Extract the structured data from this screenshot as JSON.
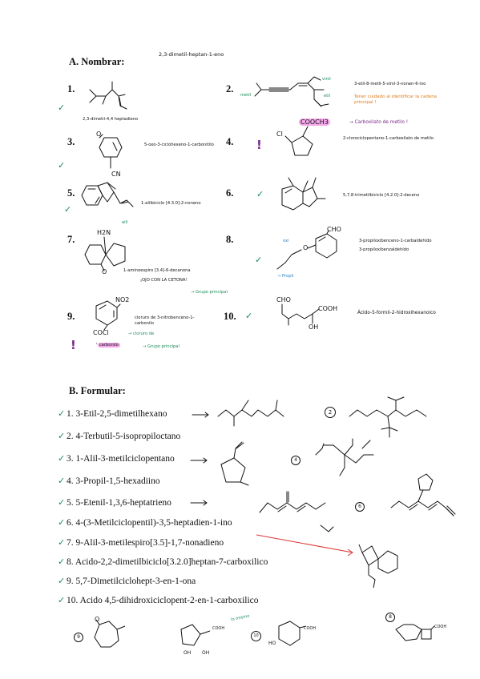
{
  "header_title": "2,3-dimetil-heptan-1-eno",
  "sectionA": {
    "title": "A. Nombrar:",
    "items": [
      {
        "num": "1.",
        "answer": "2,3-dimetil-4,4 heptadieno"
      },
      {
        "num": "2.",
        "answer": "3-etil-8-metil-5-vinil-3-nonen-6-ino",
        "label_metil": "metil",
        "label_vinil": "vinil",
        "label_etil": "etil",
        "note": "Tener cuidado al identificar la cadena principal !"
      },
      {
        "num": "3.",
        "answer": "5-oxo-3-ciclohexeno-1-carbonitilo",
        "atom_O": "O",
        "atom_CN": "CN"
      },
      {
        "num": "4.",
        "answer": "2-clorociclopentano-1-carboxilato de metilo",
        "atom_Cl": "Cl",
        "atom_ester": "COOCH3",
        "note": "Carboxilato de metilo !"
      },
      {
        "num": "5.",
        "answer": "1-alilbiciclo [4.3.0]-2-noneno",
        "label_alil": "alil"
      },
      {
        "num": "6.",
        "answer": "5,7,8-trimetilbiciclo [4.2.0]-2-deceno"
      },
      {
        "num": "7.",
        "answer": "1-aminoespiro [3.4]-6-decanona",
        "note1": "¡OJO CON LA CETONA!",
        "note2": "Grupo principal",
        "atom_N": "H2N",
        "atom_O": "O"
      },
      {
        "num": "8.",
        "answer1": "3-propiloxibenceno-1-carbaldehído",
        "answer2": "3-propiloxibenzaldehído",
        "atom_CHO": "CHO",
        "atom_O": "O",
        "label_oxi": "oxi",
        "label_propil": "Propil"
      },
      {
        "num": "9.",
        "answer": "cloruro de 3-nitrobenceno-1-carbonilo",
        "atom_NO2": "NO2",
        "atom_COCl": "COCl",
        "note1": "cloruro de",
        "note2": "carbonilo",
        "note3": "Grupo principal"
      },
      {
        "num": "10.",
        "answer": "Ácido-5-formil-2-hidroxihexanoico",
        "atom_CHO": "CHO",
        "atom_COOH": "COOH",
        "atom_OH": "OH"
      }
    ]
  },
  "sectionB": {
    "title": "B. Formular:",
    "items": [
      {
        "label": "1. 3-Etil-2,5-dimetilhexano"
      },
      {
        "label": "2. 4-Terbutil-5-isopropiloctano"
      },
      {
        "label": "3. 1-Alil-3-metilciclopentano"
      },
      {
        "label": "4. 3-Propil-1,5-hexadiino"
      },
      {
        "label": "5. 5-Etenil-1,3,6-heptatrieno"
      },
      {
        "label": "6.  4-(3-Metilciclopentil)-3,5-heptadien-1-ino"
      },
      {
        "label": "7.  9-Alil-3-metilespiro[3.5]-1,7-nonadieno"
      },
      {
        "label": "8.  Acido-2,2-dimetilbiciclo[3.2.0]heptan-7-carboxilico"
      },
      {
        "label": "9.  5,7-Dimetilciclohept-3-en-1-ona"
      },
      {
        "label": "10. Acido 4,5-dihidroxiciclopent-2-en-1-carboxilico"
      }
    ],
    "markers": {
      "m2": "2",
      "m4": "4",
      "m6": "6",
      "m9": "9",
      "m10": "10",
      "m8": "8"
    },
    "note_mismo": "lo mismo",
    "atom_O": "O",
    "atom_OH1": "OH",
    "atom_OH2": "OH",
    "atom_HO": "HO",
    "atom_COOH1": "COOH",
    "atom_COOH2": "COOH"
  }
}
